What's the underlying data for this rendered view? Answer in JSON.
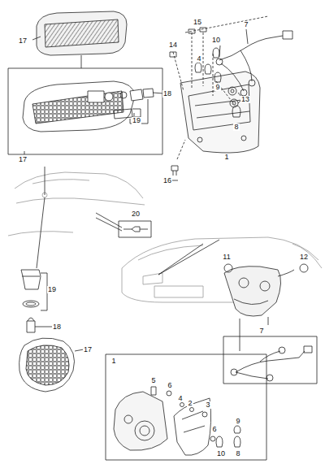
{
  "diagram": {
    "labels": [
      "17",
      "15",
      "10",
      "7",
      "14",
      "4",
      "9",
      "18",
      "13",
      "8",
      "19",
      "17",
      "1",
      "16",
      "20",
      "11",
      "12",
      "19",
      "18",
      "17",
      "7",
      "1",
      "5",
      "6",
      "4",
      "2",
      "3",
      "6",
      "10",
      "9",
      "8"
    ]
  }
}
